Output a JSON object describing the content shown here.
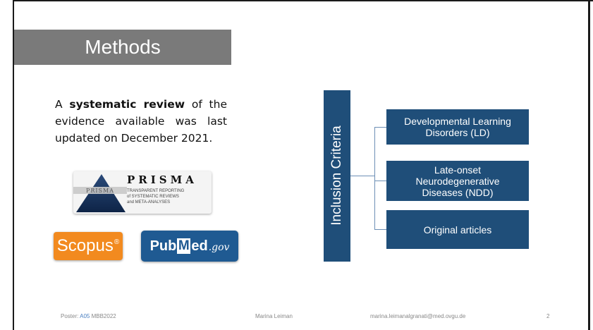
{
  "slide": {
    "title": "Methods",
    "intro": {
      "before": "A ",
      "bold": "systematic review",
      "after": " of the evidence available was last updated on December 2021."
    },
    "logos": {
      "prisma": {
        "title": "PRISMA",
        "subtitle": "TRANSPARENT REPORTING\nof SYSTEMATIC REVIEWS\nand META-ANALYSES",
        "mark_text": "PRISMA"
      },
      "scopus": {
        "label": "Scopus",
        "mark": "®"
      },
      "pubmed": {
        "part1": "Pub",
        "part2": "M",
        "part3": "ed",
        "part4": ".gov"
      }
    },
    "diagram": {
      "root": "Inclusion Criteria",
      "children": [
        "Developmental Learning Disorders (LD)",
        "Late-onset\nNeurodegenerative\nDiseases (NDD)",
        "Original articles"
      ]
    },
    "footer": {
      "poster_label": "Poster: ",
      "poster_id": "A05",
      "event": " MBB2022",
      "author": "Marina Leiman",
      "email": "marina.leimanalgranati@med.ovgu.de",
      "page": "2"
    }
  },
  "colors": {
    "title_bg": "#7a7a7a",
    "diagram": "#1f4e79",
    "scopus": "#f28a1f",
    "pubmed": "#1f5a92",
    "link": "#4a7fc1"
  }
}
